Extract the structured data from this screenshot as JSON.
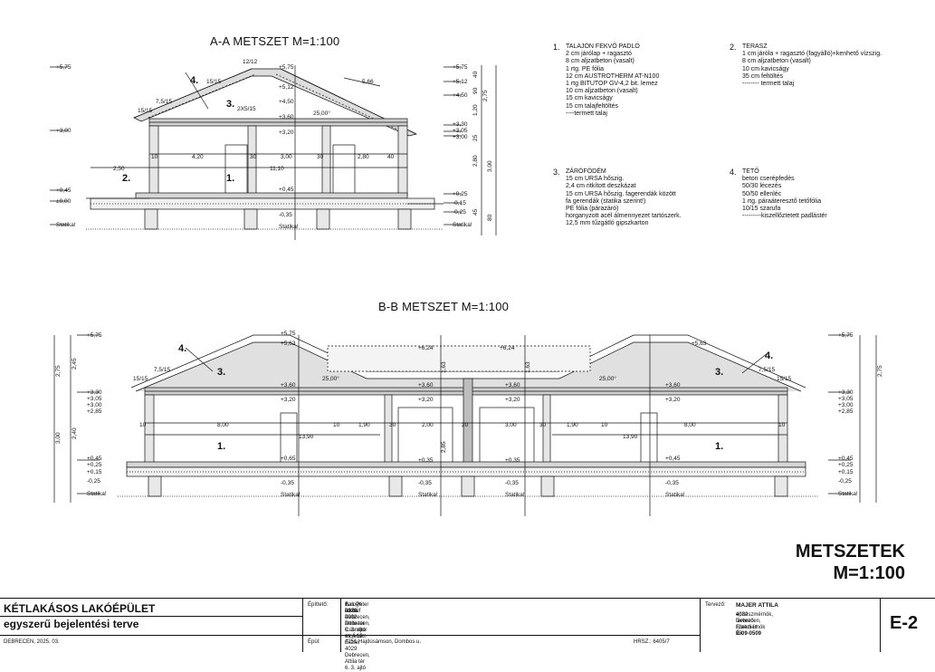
{
  "sections": {
    "aa_title": "A-A METSZET M=1:100",
    "bb_title": "B-B METSZET M=1:100"
  },
  "notes": [
    {
      "num": "1.",
      "lines": [
        "TALAJON FEKVŐ PADLÓ",
        "2 cm járólap + ragasztó",
        "8 cm aljzatbeton (vasalt)",
        "1 rtg. PE fólia",
        "12 cm AUSTROTHERM AT-N100",
        "1 rtg BITUTOP GV-4,2 bit. lemez",
        "10 cm aljzatbeton (vasalt)",
        "15 cm kavicságy",
        "15 cm talajfeltöltés",
        "----termett talaj"
      ]
    },
    {
      "num": "2.",
      "lines": [
        "TERASZ",
        "1 cm járóla + ragasztó (fagyálló)+kenhető vízszig.",
        "8 cm aljzatbeton (vasalt)",
        "10 cm kavicságy",
        "35 cm feltöltés",
        "-------- termett talaj"
      ]
    },
    {
      "num": "3.",
      "lines": [
        "ZÁRÓFÖDÉM",
        "15 cm URSA hőszig.",
        "2,4 cm ritkított deszkázat",
        "15 cm URSA hőszig. fagerendák között",
        "fa gerendák (statika szerint!)",
        "PE fólia (párazáró)",
        "horganyzott acél álmennyezet tartószerk.",
        "12,5 mm tűzgátló gipszkarton"
      ]
    },
    {
      "num": "4.",
      "lines": [
        "TETŐ",
        "beton cserépfedés",
        "50/30 lécezés",
        "50/50 ellenléc",
        "1 rtg. páraáteresztő tetőfólia",
        "10/15 szarufa",
        "---------kiszellőztetett padlástér"
      ]
    }
  ],
  "big_title": {
    "line1": "METSZETEK",
    "line2": "M=1:100"
  },
  "title_block": {
    "project_line1": "KÉTLAKÁSOS LAKÓÉPÜLET",
    "project_line2": "egyszerű bejelentési terve",
    "place_date": "DEBRECEN, 2025. 03.",
    "builder_label": "Építtető:",
    "builder_lines": [
      "1. lakás:",
      "Balogh József 4002 Debrecen, Csombor utca 13.",
      "2. lakás:",
      "Sas Péter 4029 Debrecen, Attila tér 6. 3. ajtó és Ádám Eszter 4029 Debrecen, Attila tér 6. 3. ajtó"
    ],
    "site_label": "Épül:",
    "site": "4251 Hajdúsámson, Dombos u.",
    "hrsz": "HRSZ.: 6405/7",
    "designer_label": "Tervező:",
    "designer_name": "MAJER ATTILA",
    "designer_lines": [
      "építészmérnök, tervező szakmérnök",
      "4032 Debrecen, Füredi út 98."
    ],
    "designer_code": "É-09-0509",
    "sheet_no": "E-2"
  },
  "aa_labels": {
    "levels_left": [
      "+5,75",
      "+3,00",
      "+0,45",
      "±0,00",
      "Statika!"
    ],
    "levels_right": [
      "+5,75",
      "+5,12",
      "+4,50",
      "+3,30",
      "+3,05",
      "+3,00",
      "+0,25",
      "-0,15",
      "-0,25",
      "Statika!"
    ],
    "levels_mid": [
      "+5,75",
      "+5,12",
      "+4,50",
      "+3,60",
      "+3,20",
      "+0,45",
      "-0,35",
      "Statika!"
    ],
    "dims": [
      "10",
      "4,20",
      "30",
      "3,00",
      "30",
      "2,80",
      "40",
      "11,10",
      "2,50",
      "12/12",
      "15/15",
      "7,5/15",
      "15/15",
      "2X5/15",
      "5,66",
      "25,00°"
    ],
    "tags": [
      "4.",
      "3.",
      "2.",
      "1."
    ],
    "vert_dims": [
      "2,75",
      "3,00",
      "2,80",
      "1,20",
      "90",
      "40",
      "25",
      "45",
      "80"
    ]
  },
  "bb_labels": {
    "levels_left": [
      "+5,75",
      "+3,30",
      "+3,05",
      "+3,00",
      "+2,85",
      "+0,45",
      "+0,25",
      "+0,15",
      "-0,25",
      "Statika!"
    ],
    "levels_right": [
      "+5,75",
      "+3,30",
      "+3,05",
      "+3,00",
      "+2,85",
      "+0,45",
      "+0,25",
      "+0,15",
      "-0,25",
      "Statika!"
    ],
    "levels_mid": [
      "+5,75",
      "+5,63",
      "+6,24",
      "+6,24",
      "+5,63",
      "+3,60",
      "+3,20",
      "+3,60",
      "+3,20",
      "+3,60",
      "+3,20",
      "+3,60",
      "+3,20",
      "+0,65",
      "+0,35",
      "+0,35",
      "+0,45",
      "-0,35",
      "-0,35",
      "-0,35",
      "-0,35",
      "Statika!",
      "Statika!",
      "Statika!",
      "Statika!"
    ],
    "dims": [
      "10",
      "8,00",
      "10",
      "1,90",
      "30",
      "2,00",
      "20",
      "3,00",
      "30",
      "1,90",
      "10",
      "8,00",
      "10",
      "13,90",
      "13,90",
      "7,5/15",
      "15/15",
      "7,5/15",
      "15/15",
      "25,00°",
      "25,00°"
    ],
    "tags": [
      "4.",
      "3.",
      "1.",
      "3.",
      "4.",
      "1."
    ],
    "vert_dims": [
      "2,75",
      "2,45",
      "3,00",
      "2,40",
      "2,75",
      "2,85",
      "1,63",
      "1,63"
    ]
  }
}
